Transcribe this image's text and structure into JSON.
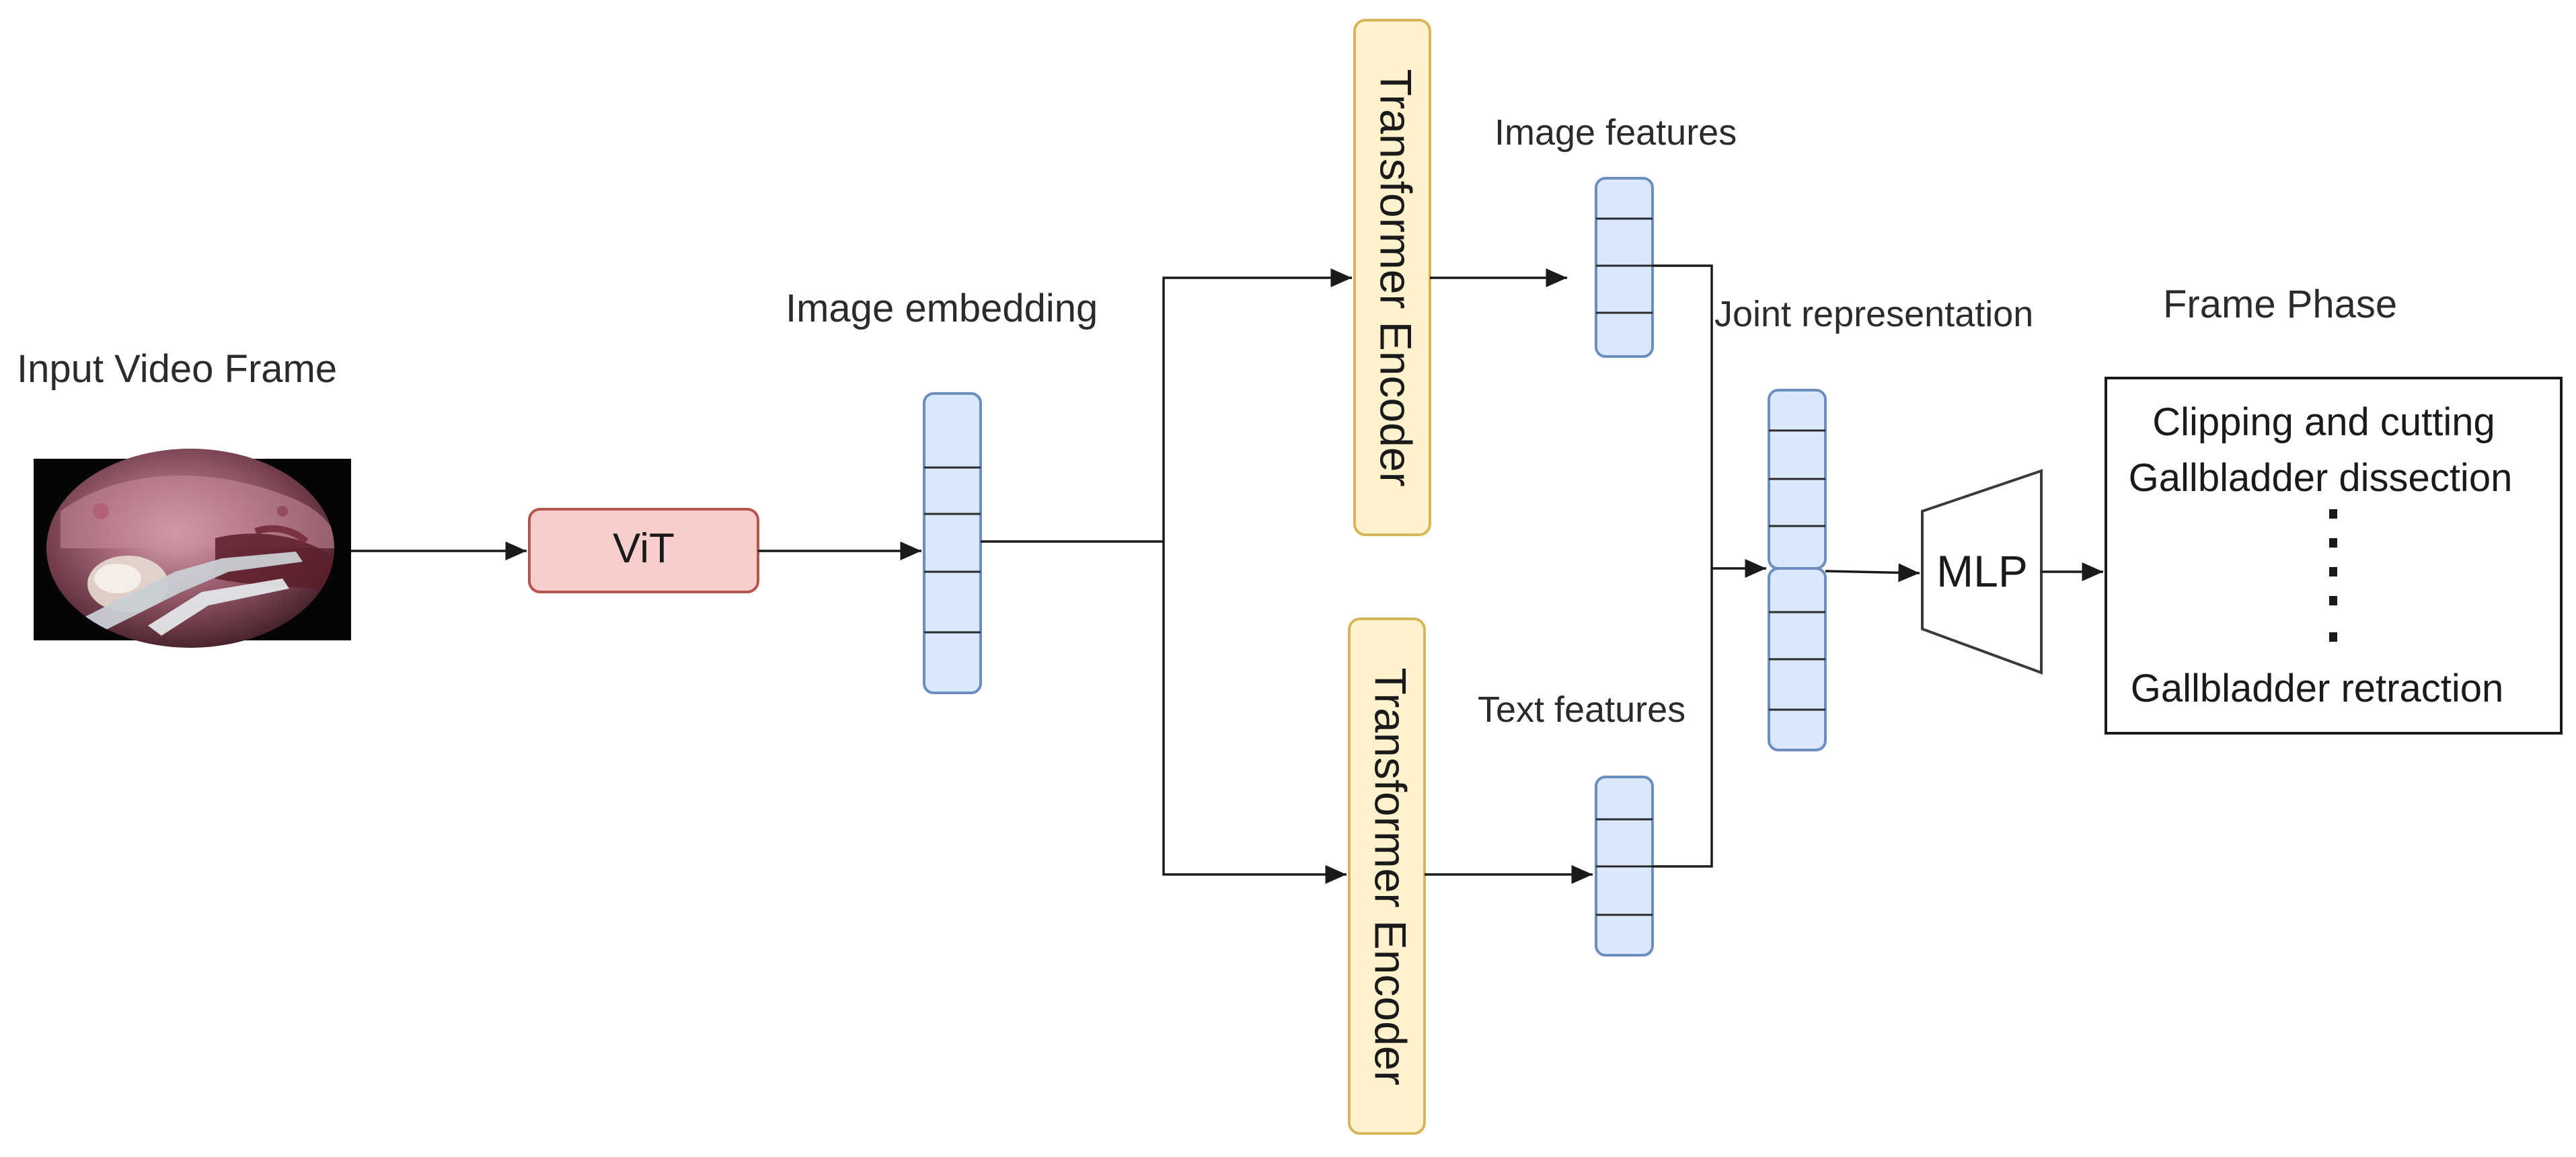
{
  "labels": {
    "input_video_frame": "Input Video Frame",
    "image_embedding": "Image embedding",
    "image_features": "Image features",
    "text_features": "Text features",
    "joint_representation": "Joint representation",
    "frame_phase": "Frame Phase"
  },
  "blocks": {
    "vit": "ViT",
    "encoder_top": "Transformer Encoder",
    "encoder_bottom": "Transformer Encoder",
    "mlp": "MLP"
  },
  "phases": {
    "items": [
      "Clipping and cutting",
      "Gallbladder dissection"
    ],
    "ellipsis": "⋮",
    "last": "Gallbladder retraction"
  },
  "colors": {
    "vit_fill": "#f8cecc",
    "vit_stroke": "#b85450",
    "encoder_fill": "#fff2cc",
    "encoder_stroke": "#d6b656",
    "vector_fill": "#dae8fc",
    "vector_stroke": "#6c8ebf",
    "text": "#1a1a1a"
  },
  "icons": {
    "input_image": "laparoscopic-video-frame-image"
  }
}
